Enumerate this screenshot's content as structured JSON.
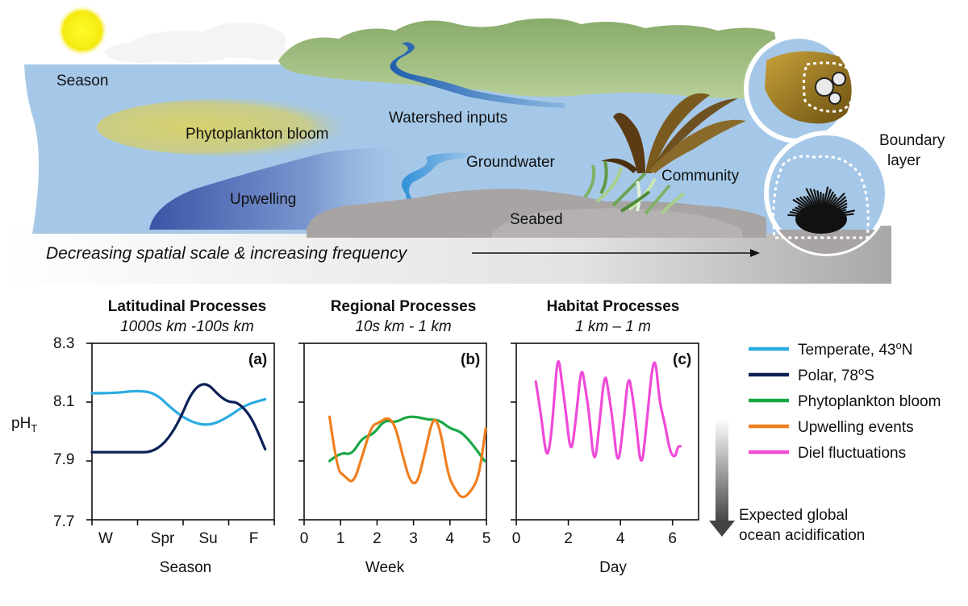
{
  "scene": {
    "labels": {
      "season": "Season",
      "bloom": "Phytoplankton bloom",
      "watershed": "Watershed inputs",
      "groundwater": "Groundwater",
      "upwelling": "Upwelling",
      "community": "Community",
      "seabed": "Seabed",
      "boundary_1": "Boundary",
      "boundary_2": "layer"
    },
    "scale_caption": "Decreasing spatial scale & increasing frequency",
    "colors": {
      "water": "#a6c8e8",
      "land": "#9dbb7c",
      "seabed": "#a8a4a4",
      "upwelling": "#3f5aa8",
      "bloom": "#d2cf74",
      "sun": "#f7ef16"
    }
  },
  "panels": [
    {
      "title": "Latitudinal Processes",
      "subtitle": "1000s km -100s km",
      "tag": "(a)",
      "xlabel": "Season"
    },
    {
      "title": "Regional Processes",
      "subtitle": "10s km - 1 km",
      "tag": "(b)",
      "xlabel": "Week"
    },
    {
      "title": "Habitat Processes",
      "subtitle": "1 km – 1 m",
      "tag": "(c)",
      "xlabel": "Day"
    }
  ],
  "y_axis_label": "pH",
  "y_axis_subscript": "T",
  "y_ticks": [
    "8.3",
    "8.1",
    "7.9",
    "7.7"
  ],
  "legend": [
    {
      "label": "Temperate, 43",
      "sup": "o",
      "tail": "N",
      "color": "#29abe2"
    },
    {
      "label": "Polar, 78",
      "sup": "o",
      "tail": "S",
      "color": "#0d2158"
    },
    {
      "label": "Phytoplankton bloom",
      "sup": "",
      "tail": "",
      "color": "#1aa845"
    },
    {
      "label": "Upwelling events",
      "sup": "",
      "tail": "",
      "color": "#f07f1f"
    },
    {
      "label": "Diel fluctuations",
      "sup": "",
      "tail": "",
      "color": "#f04ad8"
    }
  ],
  "acidification": {
    "line1": "Expected global",
    "line2": "ocean acidification"
  },
  "chart_data": [
    {
      "type": "line",
      "xlabel": "Season",
      "ylabel": "pH",
      "ylim": [
        7.7,
        8.3
      ],
      "xlim": [
        0,
        4
      ],
      "x_ticks": [
        "W",
        "Spr",
        "Su",
        "F"
      ],
      "series": [
        {
          "name": "Temperate, 43oN",
          "color": "#29abe2",
          "x": [
            0,
            0.5,
            1.0,
            1.4,
            1.8,
            2.2,
            2.6,
            3.0,
            3.35,
            3.8
          ],
          "y": [
            8.13,
            8.13,
            8.14,
            8.13,
            8.07,
            8.03,
            8.02,
            8.05,
            8.09,
            8.11
          ]
        },
        {
          "name": "Polar, 78oS",
          "color": "#0d2158",
          "x": [
            0,
            0.5,
            1.0,
            1.3,
            1.6,
            1.9,
            2.2,
            2.5,
            2.8,
            3.0,
            3.2,
            3.5,
            3.8
          ],
          "y": [
            7.93,
            7.93,
            7.93,
            7.93,
            7.96,
            8.03,
            8.14,
            8.17,
            8.12,
            8.1,
            8.1,
            8.05,
            7.94
          ]
        }
      ]
    },
    {
      "type": "line",
      "xlabel": "Week",
      "ylabel": "pH",
      "ylim": [
        7.7,
        8.3
      ],
      "xlim": [
        0,
        5
      ],
      "x_ticks": [
        "0",
        "1",
        "2",
        "3",
        "4",
        "5"
      ],
      "series": [
        {
          "name": "Phytoplankton bloom",
          "color": "#1aa845",
          "x": [
            0.7,
            1.0,
            1.3,
            1.6,
            1.9,
            2.2,
            2.5,
            2.8,
            3.1,
            3.4,
            3.7,
            4.0,
            4.3,
            4.6,
            4.95
          ],
          "y": [
            7.9,
            7.93,
            7.92,
            7.98,
            7.99,
            8.04,
            8.03,
            8.05,
            8.05,
            8.04,
            8.04,
            8.01,
            8.0,
            7.96,
            7.9
          ]
        },
        {
          "name": "Upwelling events",
          "color": "#f07f1f",
          "x": [
            0.7,
            0.9,
            1.1,
            1.35,
            1.6,
            1.85,
            2.05,
            2.3,
            2.5,
            2.7,
            2.9,
            3.1,
            3.3,
            3.55,
            3.75,
            3.95,
            4.15,
            4.35,
            4.6,
            4.8,
            4.98
          ],
          "y": [
            8.05,
            7.87,
            7.85,
            7.82,
            7.92,
            8.02,
            8.03,
            8.05,
            8.02,
            7.92,
            7.83,
            7.82,
            7.92,
            8.06,
            8.0,
            7.85,
            7.8,
            7.77,
            7.8,
            7.85,
            8.01
          ]
        }
      ]
    },
    {
      "type": "line",
      "xlabel": "Day",
      "ylabel": "pH",
      "ylim": [
        7.7,
        8.3
      ],
      "xlim": [
        0,
        7
      ],
      "x_ticks": [
        "0",
        "2",
        "4",
        "6"
      ],
      "series": [
        {
          "name": "Diel fluctuations",
          "color": "#f04ad8",
          "x": [
            0.75,
            0.95,
            1.15,
            1.3,
            1.45,
            1.6,
            1.75,
            1.9,
            2.1,
            2.3,
            2.5,
            2.65,
            2.8,
            3.0,
            3.2,
            3.4,
            3.55,
            3.7,
            3.9,
            4.1,
            4.3,
            4.45,
            4.6,
            4.8,
            5.0,
            5.2,
            5.35,
            5.5,
            5.7,
            5.9,
            6.1,
            6.2,
            6.3
          ],
          "y": [
            8.17,
            8.06,
            7.91,
            7.95,
            8.1,
            8.27,
            8.17,
            8.07,
            7.91,
            8.05,
            8.23,
            8.15,
            8.06,
            7.87,
            8.03,
            8.21,
            8.13,
            8.04,
            7.87,
            8.01,
            8.2,
            8.13,
            8.03,
            7.86,
            8.02,
            8.21,
            8.25,
            8.1,
            8.03,
            7.93,
            7.91,
            7.95,
            7.95
          ]
        }
      ]
    }
  ]
}
